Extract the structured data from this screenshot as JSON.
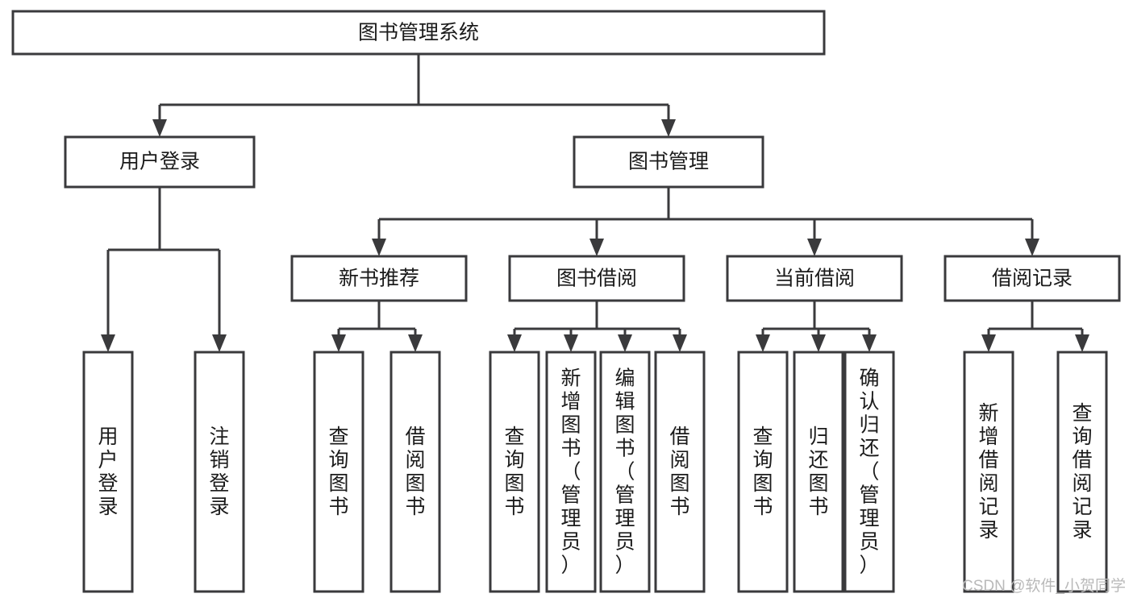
{
  "diagram": {
    "title": "图书管理系统",
    "type": "functional-structure-tree",
    "background_color": "#ffffff",
    "line_color": "#3a3a3c",
    "box_fill": "#ffffff",
    "text_color": "#1b1b1b",
    "root": {
      "id": "root",
      "label": "图书管理系统",
      "orientation": "horizontal"
    },
    "level2": [
      {
        "id": "user-login",
        "label": "用户登录",
        "orientation": "horizontal"
      },
      {
        "id": "book-manage",
        "label": "图书管理",
        "orientation": "horizontal"
      }
    ],
    "level3": [
      {
        "id": "new-book-recommend",
        "label": "新书推荐",
        "orientation": "horizontal",
        "parent": "book-manage"
      },
      {
        "id": "book-borrow",
        "label": "图书借阅",
        "orientation": "horizontal",
        "parent": "book-manage"
      },
      {
        "id": "current-borrow",
        "label": "当前借阅",
        "orientation": "horizontal",
        "parent": "book-manage"
      },
      {
        "id": "borrow-record",
        "label": "借阅记录",
        "orientation": "horizontal",
        "parent": "book-manage"
      }
    ],
    "leaves": [
      {
        "id": "leaf-user-login",
        "label": "用户登录",
        "orientation": "vertical",
        "parent": "user-login"
      },
      {
        "id": "leaf-logout-login",
        "label": "注销登录",
        "orientation": "vertical",
        "parent": "user-login"
      },
      {
        "id": "leaf-query-book-1",
        "label": "查询图书",
        "orientation": "vertical",
        "parent": "new-book-recommend"
      },
      {
        "id": "leaf-borrow-book-1",
        "label": "借阅图书",
        "orientation": "vertical",
        "parent": "new-book-recommend"
      },
      {
        "id": "leaf-query-book-2",
        "label": "查询图书",
        "orientation": "vertical",
        "parent": "book-borrow"
      },
      {
        "id": "leaf-add-book",
        "label": "新增图书（管理员）",
        "orientation": "vertical",
        "parent": "book-borrow"
      },
      {
        "id": "leaf-edit-book",
        "label": "编辑图书（管理员）",
        "orientation": "vertical",
        "parent": "book-borrow"
      },
      {
        "id": "leaf-borrow-book-2",
        "label": "借阅图书",
        "orientation": "vertical",
        "parent": "book-borrow"
      },
      {
        "id": "leaf-query-book-3",
        "label": "查询图书",
        "orientation": "vertical",
        "parent": "current-borrow"
      },
      {
        "id": "leaf-return-book",
        "label": "归还图书",
        "orientation": "vertical",
        "parent": "current-borrow"
      },
      {
        "id": "leaf-confirm-return",
        "label": "确认归还（管理员）",
        "orientation": "vertical",
        "parent": "current-borrow"
      },
      {
        "id": "leaf-add-record",
        "label": "新增借阅记录",
        "orientation": "vertical",
        "parent": "borrow-record"
      },
      {
        "id": "leaf-query-record",
        "label": "查询借阅记录",
        "orientation": "vertical",
        "parent": "borrow-record"
      }
    ]
  },
  "watermark": {
    "text": "CSDN @软件_小贺同学",
    "color": "#b9b9b9"
  }
}
